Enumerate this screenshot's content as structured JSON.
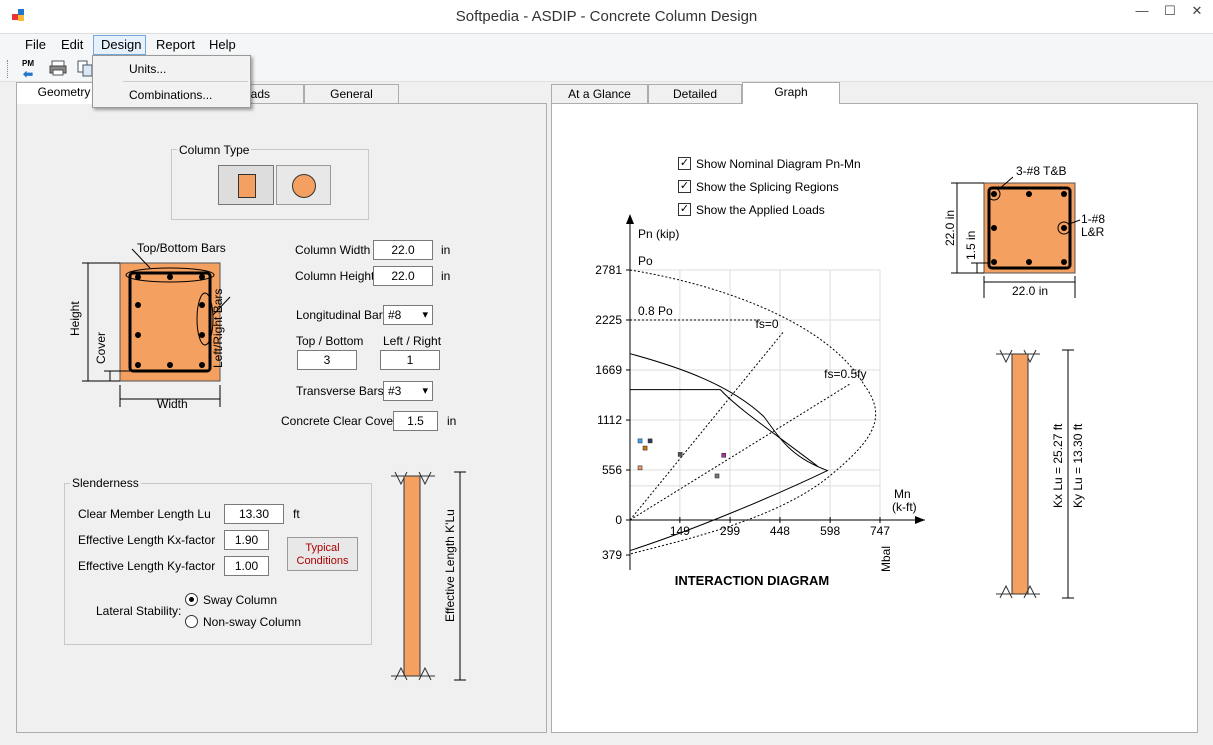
{
  "window": {
    "title": "Softpedia - ASDIP - Concrete Column Design",
    "minimize": "—",
    "maximize": "☐",
    "close": "✕"
  },
  "menu": [
    "File",
    "Edit",
    "Design",
    "Report",
    "Help"
  ],
  "dropdown": [
    "Units...",
    "Combinations..."
  ],
  "toolbar": {
    "pm_label": "PM"
  },
  "left_tabs": [
    "Geometry",
    "Loads",
    "General"
  ],
  "right_tabs": [
    "At a Glance",
    "Detailed",
    "Graph"
  ],
  "column_type": {
    "title": "Column Type"
  },
  "section_labels": {
    "top_bottom_bars": "Top/Bottom Bars",
    "left_right_bars": "Left/Right Bars",
    "height": "Height",
    "cover": "Cover",
    "width": "Width"
  },
  "fields": {
    "column_width": {
      "label": "Column Width",
      "value": "22.0",
      "unit": "in"
    },
    "column_height": {
      "label": "Column Height",
      "value": "22.0",
      "unit": "in"
    },
    "longitudinal_bars": {
      "label": "Longitudinal Bars",
      "value": "#8"
    },
    "top_bottom": {
      "label": "Top / Bottom",
      "value": "3"
    },
    "left_right": {
      "label": "Left / Right",
      "value": "1"
    },
    "transverse_bars": {
      "label": "Transverse Bars",
      "value": "#3"
    },
    "clear_cover": {
      "label": "Concrete Clear Cover",
      "value": "1.5",
      "unit": "in"
    }
  },
  "slenderness": {
    "title": "Slenderness",
    "clear_length": {
      "label": "Clear Member Length  Lu",
      "value": "13.30",
      "unit": "ft"
    },
    "kx": {
      "label": "Effective Length Kx-factor",
      "value": "1.90"
    },
    "ky": {
      "label": "Effective Length Ky-factor",
      "value": "1.00"
    },
    "typical_button": "Typical\nConditions",
    "lateral_label": "Lateral Stability:",
    "sway": "Sway Column",
    "nonsway": "Non-sway Column",
    "effective_length_label": "Effective Length K'Lu"
  },
  "checks": [
    "Show Nominal Diagram Pn-Mn",
    "Show the Splicing Regions",
    "Show the Applied Loads"
  ],
  "section_view": {
    "top_bars": "3-#8 T&B",
    "side_bars_1": "1-#8",
    "side_bars_2": "L&R",
    "height": "22.0 in",
    "cover": "1.5 in",
    "width": "22.0 in"
  },
  "elevation_view": {
    "kx": "Kx Lu = 25.27 ft",
    "ky": "Ky Lu = 13.30 ft"
  },
  "chart_data": {
    "type": "line",
    "title": "INTERACTION DIAGRAM",
    "ylabel": "Pn (kip)",
    "xlabel": "Mn\n(k-ft)",
    "x_ticks": [
      149,
      299,
      448,
      598,
      747
    ],
    "y_ticks": [
      2781,
      2225,
      1669,
      1112,
      556,
      0,
      379
    ],
    "xlim": [
      0,
      747
    ],
    "ylim": [
      -379,
      2781
    ],
    "mbal_label": "Mbal",
    "annotations": [
      "Po",
      "0.8 Po",
      "fs=0",
      "fs=0.5fy"
    ],
    "applied_loads": [
      {
        "x": 30,
        "y": 880
      },
      {
        "x": 60,
        "y": 880
      },
      {
        "x": 45,
        "y": 800
      },
      {
        "x": 150,
        "y": 730
      },
      {
        "x": 280,
        "y": 720
      },
      {
        "x": 260,
        "y": 490
      },
      {
        "x": 30,
        "y": 580
      }
    ]
  }
}
